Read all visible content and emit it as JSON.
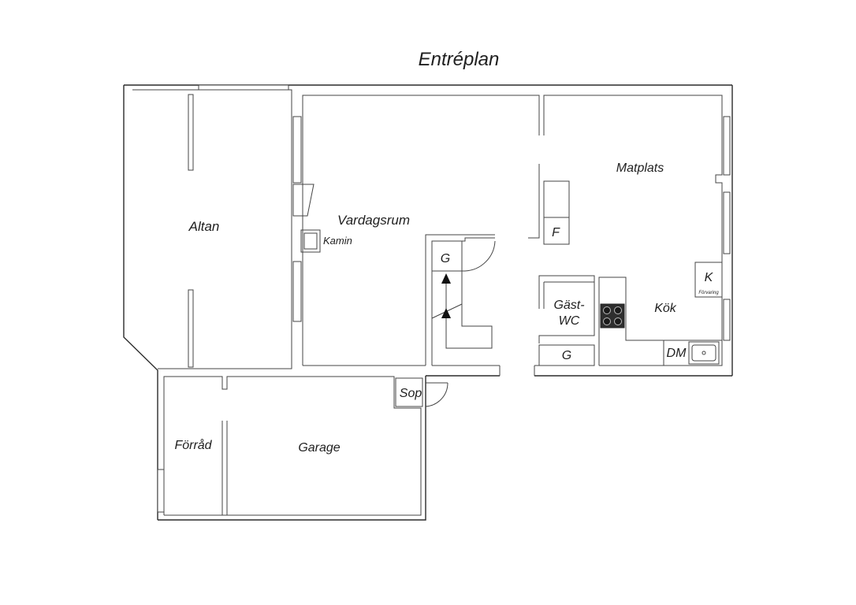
{
  "title": "Entréplan",
  "rooms": {
    "altan": "Altan",
    "vardagsrum": "Vardagsrum",
    "kamin": "Kamin",
    "matplats": "Matplats",
    "kok": "Kök",
    "gast_wc_line1": "Gäst-",
    "gast_wc_line2": "WC",
    "forrad": "Förråd",
    "garage": "Garage",
    "sop": "Sop"
  },
  "fixtures": {
    "f": "F",
    "k": "K",
    "forvaring": "Förvaring",
    "dm": "DM",
    "g_stair": "G",
    "g_wc": "G"
  }
}
